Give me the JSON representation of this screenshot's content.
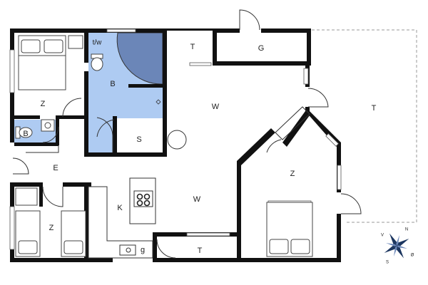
{
  "plan": {
    "rooms": [
      {
        "id": "bedroom-1",
        "label": "Z"
      },
      {
        "id": "bathroom-1",
        "label": "B"
      },
      {
        "id": "bathroom-2",
        "label": "B"
      },
      {
        "id": "washer-note",
        "label": "t/w"
      },
      {
        "id": "terrace-north",
        "label": "T"
      },
      {
        "id": "garage",
        "label": "G"
      },
      {
        "id": "living-upper",
        "label": "W"
      },
      {
        "id": "terrace-east",
        "label": "T"
      },
      {
        "id": "storage",
        "label": "S"
      },
      {
        "id": "entrance",
        "label": "E"
      },
      {
        "id": "bedroom-2",
        "label": "Z"
      },
      {
        "id": "kitchen",
        "label": "K"
      },
      {
        "id": "living-lower",
        "label": "W"
      },
      {
        "id": "bedroom-3",
        "label": "Z"
      },
      {
        "id": "terrace-south",
        "label": "T"
      },
      {
        "id": "dishwasher",
        "label": "g"
      }
    ],
    "compass": {
      "labels": [
        "N",
        "V",
        "S",
        "Ø"
      ]
    },
    "colors": {
      "wall": "#111111",
      "bath_fill": "#aecbf2",
      "shower_fill": "#6b86b8",
      "terrace_line": "#999999"
    }
  }
}
